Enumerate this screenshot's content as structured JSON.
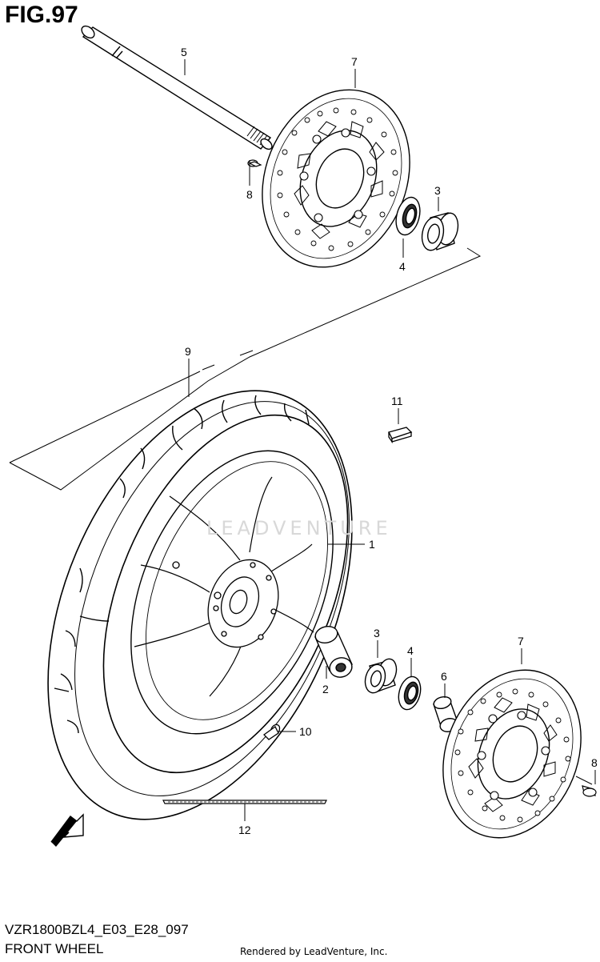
{
  "figure": {
    "title": "FIG.97",
    "model_code": "VZR1800BZL4_E03_E28_097",
    "section_name": "FRONT WHEEL",
    "credit": "Rendered by LeadVenture, Inc.",
    "watermark": "LEADVENTURE",
    "direction_arrow": "FWD"
  },
  "callouts": {
    "c1": "1",
    "c2": "2",
    "c3a": "3",
    "c3b": "3",
    "c4a": "4",
    "c4b": "4",
    "c5": "5",
    "c6": "6",
    "c7a": "7",
    "c7b": "7",
    "c8a": "8",
    "c8b": "8",
    "c9": "9",
    "c10": "10",
    "c11": "11",
    "c12": "12"
  }
}
